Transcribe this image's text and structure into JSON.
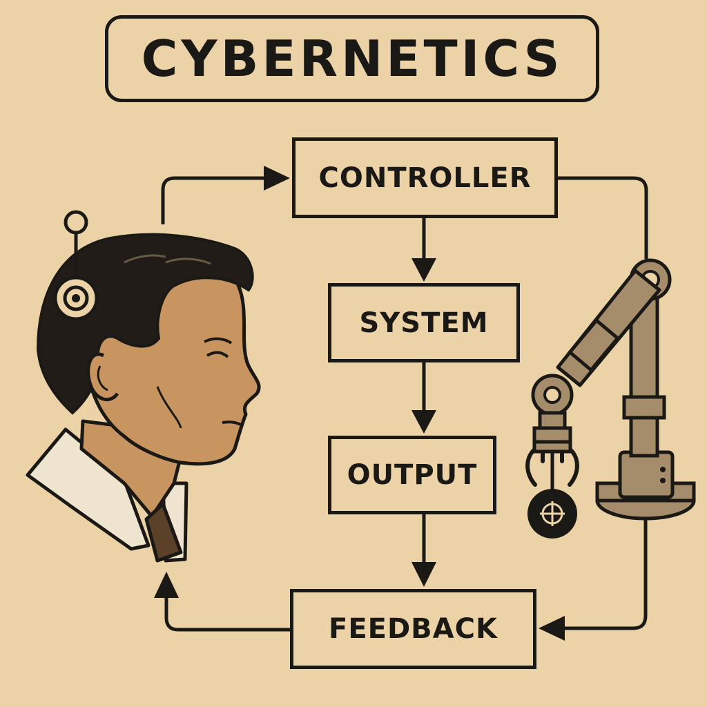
{
  "title": "CYBERNETICS",
  "nodes": {
    "controller": "CONTROLLER",
    "system": "SYSTEM",
    "output": "OUTPUT",
    "feedback": "FEEDBACK"
  },
  "colors": {
    "background": "#ecd2a7",
    "ink": "#1b1915",
    "skin": "#c89560",
    "hair": "#211c17",
    "tie": "#5a4128",
    "metal": "#a58d6b"
  },
  "illustrations": {
    "left": "human-head-with-antenna",
    "right": "robotic-arm-with-gripper"
  }
}
